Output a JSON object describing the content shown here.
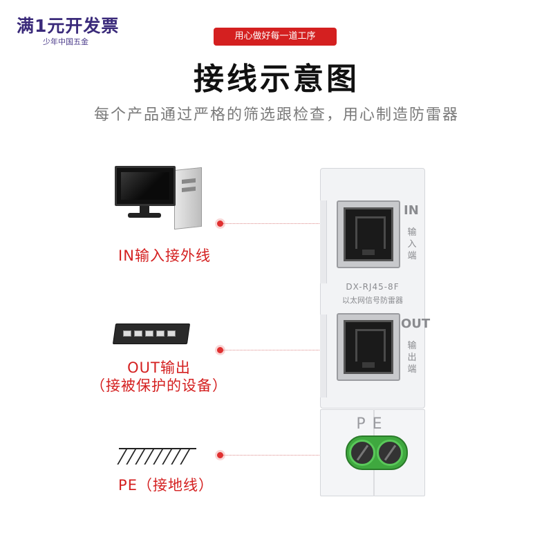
{
  "brand": {
    "title": "满1元开发票",
    "subtitle": "少年中国五金"
  },
  "header": {
    "slogan": "用心做好每一道工序",
    "title": "接线示意图",
    "subtitle": "每个产品通过严格的筛选跟检查，用心制造防雷器"
  },
  "labels": {
    "in": "IN输入接外线",
    "out_line1": "OUT输出",
    "out_line2": "（接被保护的设备）",
    "pe": "PE（接地线）"
  },
  "device": {
    "in_tag": "IN",
    "in_vertical": [
      "输",
      "入",
      "端"
    ],
    "out_tag": "OUT",
    "out_vertical": [
      "输",
      "出",
      "端"
    ],
    "model": "DX-RJ45-8F",
    "model_desc": "以太网信号防雷器",
    "pe_tag": "PE"
  },
  "colors": {
    "accent": "#d42020",
    "brand": "#3a2a7a",
    "terminal": "#3fa83f"
  },
  "icons": [
    "computer-icon",
    "switch-icon",
    "ground-icon"
  ]
}
